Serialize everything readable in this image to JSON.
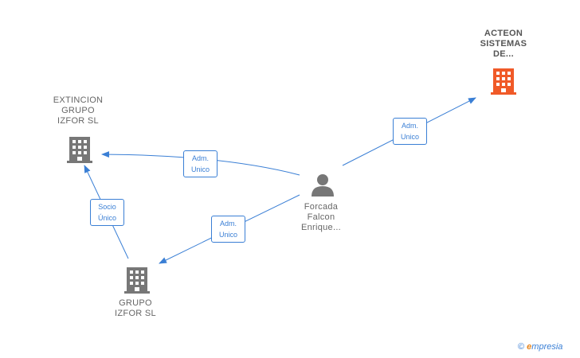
{
  "nodes": {
    "acteon": {
      "label": "ACTEON\nSISTEMAS\nDE...",
      "icon": "building-icon",
      "color": "#f05a28"
    },
    "extincion": {
      "label": "EXTINCION\nGRUPO\nIZFOR  SL",
      "icon": "building-icon",
      "color": "#777777"
    },
    "grupo": {
      "label": "GRUPO\nIZFOR  SL",
      "icon": "building-icon",
      "color": "#777777"
    },
    "person": {
      "label": "Forcada\nFalcon\nEnrique...",
      "icon": "person-icon",
      "color": "#777777"
    }
  },
  "edges": {
    "person_to_acteon": "Adm.\nUnico",
    "person_to_extincion": "Adm.\nUnico",
    "person_to_grupo": "Adm.\nUnico",
    "grupo_to_extincion": "Socio\nÚnico"
  },
  "colors": {
    "edge": "#3a7fd5"
  },
  "footer": {
    "copyright": "©",
    "brand_initial": "e",
    "brand_rest": "mpresia"
  }
}
